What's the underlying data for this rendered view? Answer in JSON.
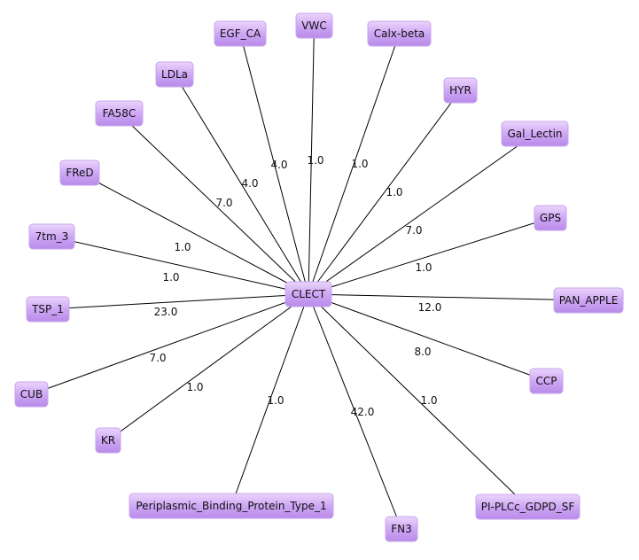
{
  "network": {
    "hub": "CLECT",
    "nodes": [
      {
        "id": "EGF_CA",
        "label": "EGF_CA",
        "weight": "4.0"
      },
      {
        "id": "VWC",
        "label": "VWC",
        "weight": "1.0"
      },
      {
        "id": "Calx-beta",
        "label": "Calx-beta",
        "weight": "1.0"
      },
      {
        "id": "HYR",
        "label": "HYR",
        "weight": "1.0"
      },
      {
        "id": "Gal_Lectin",
        "label": "Gal_Lectin",
        "weight": "7.0"
      },
      {
        "id": "GPS",
        "label": "GPS",
        "weight": "1.0"
      },
      {
        "id": "PAN_APPLE",
        "label": "PAN_APPLE",
        "weight": "12.0"
      },
      {
        "id": "CCP",
        "label": "CCP",
        "weight": "8.0"
      },
      {
        "id": "PI-PLCc_GDPD_SF",
        "label": "PI-PLCc_GDPD_SF",
        "weight": "1.0"
      },
      {
        "id": "FN3",
        "label": "FN3",
        "weight": "42.0"
      },
      {
        "id": "Periplasmic_Binding_Protein_Type_1",
        "label": "Periplasmic_Binding_Protein_Type_1",
        "weight": "1.0"
      },
      {
        "id": "KR",
        "label": "KR",
        "weight": "1.0"
      },
      {
        "id": "CUB",
        "label": "CUB",
        "weight": "7.0"
      },
      {
        "id": "TSP_1",
        "label": "TSP_1",
        "weight": "23.0"
      },
      {
        "id": "7tm_3",
        "label": "7tm_3",
        "weight": "1.0"
      },
      {
        "id": "FReD",
        "label": "FReD",
        "weight": "1.0"
      },
      {
        "id": "FA58C",
        "label": "FA58C",
        "weight": "7.0"
      },
      {
        "id": "LDLa",
        "label": "LDLa",
        "weight": "4.0"
      }
    ]
  },
  "colors": {
    "node_fill_top": "#e4cbfa",
    "node_fill_bottom": "#b98ae8",
    "node_border": "#c9a6ee",
    "edge": "#000000"
  }
}
